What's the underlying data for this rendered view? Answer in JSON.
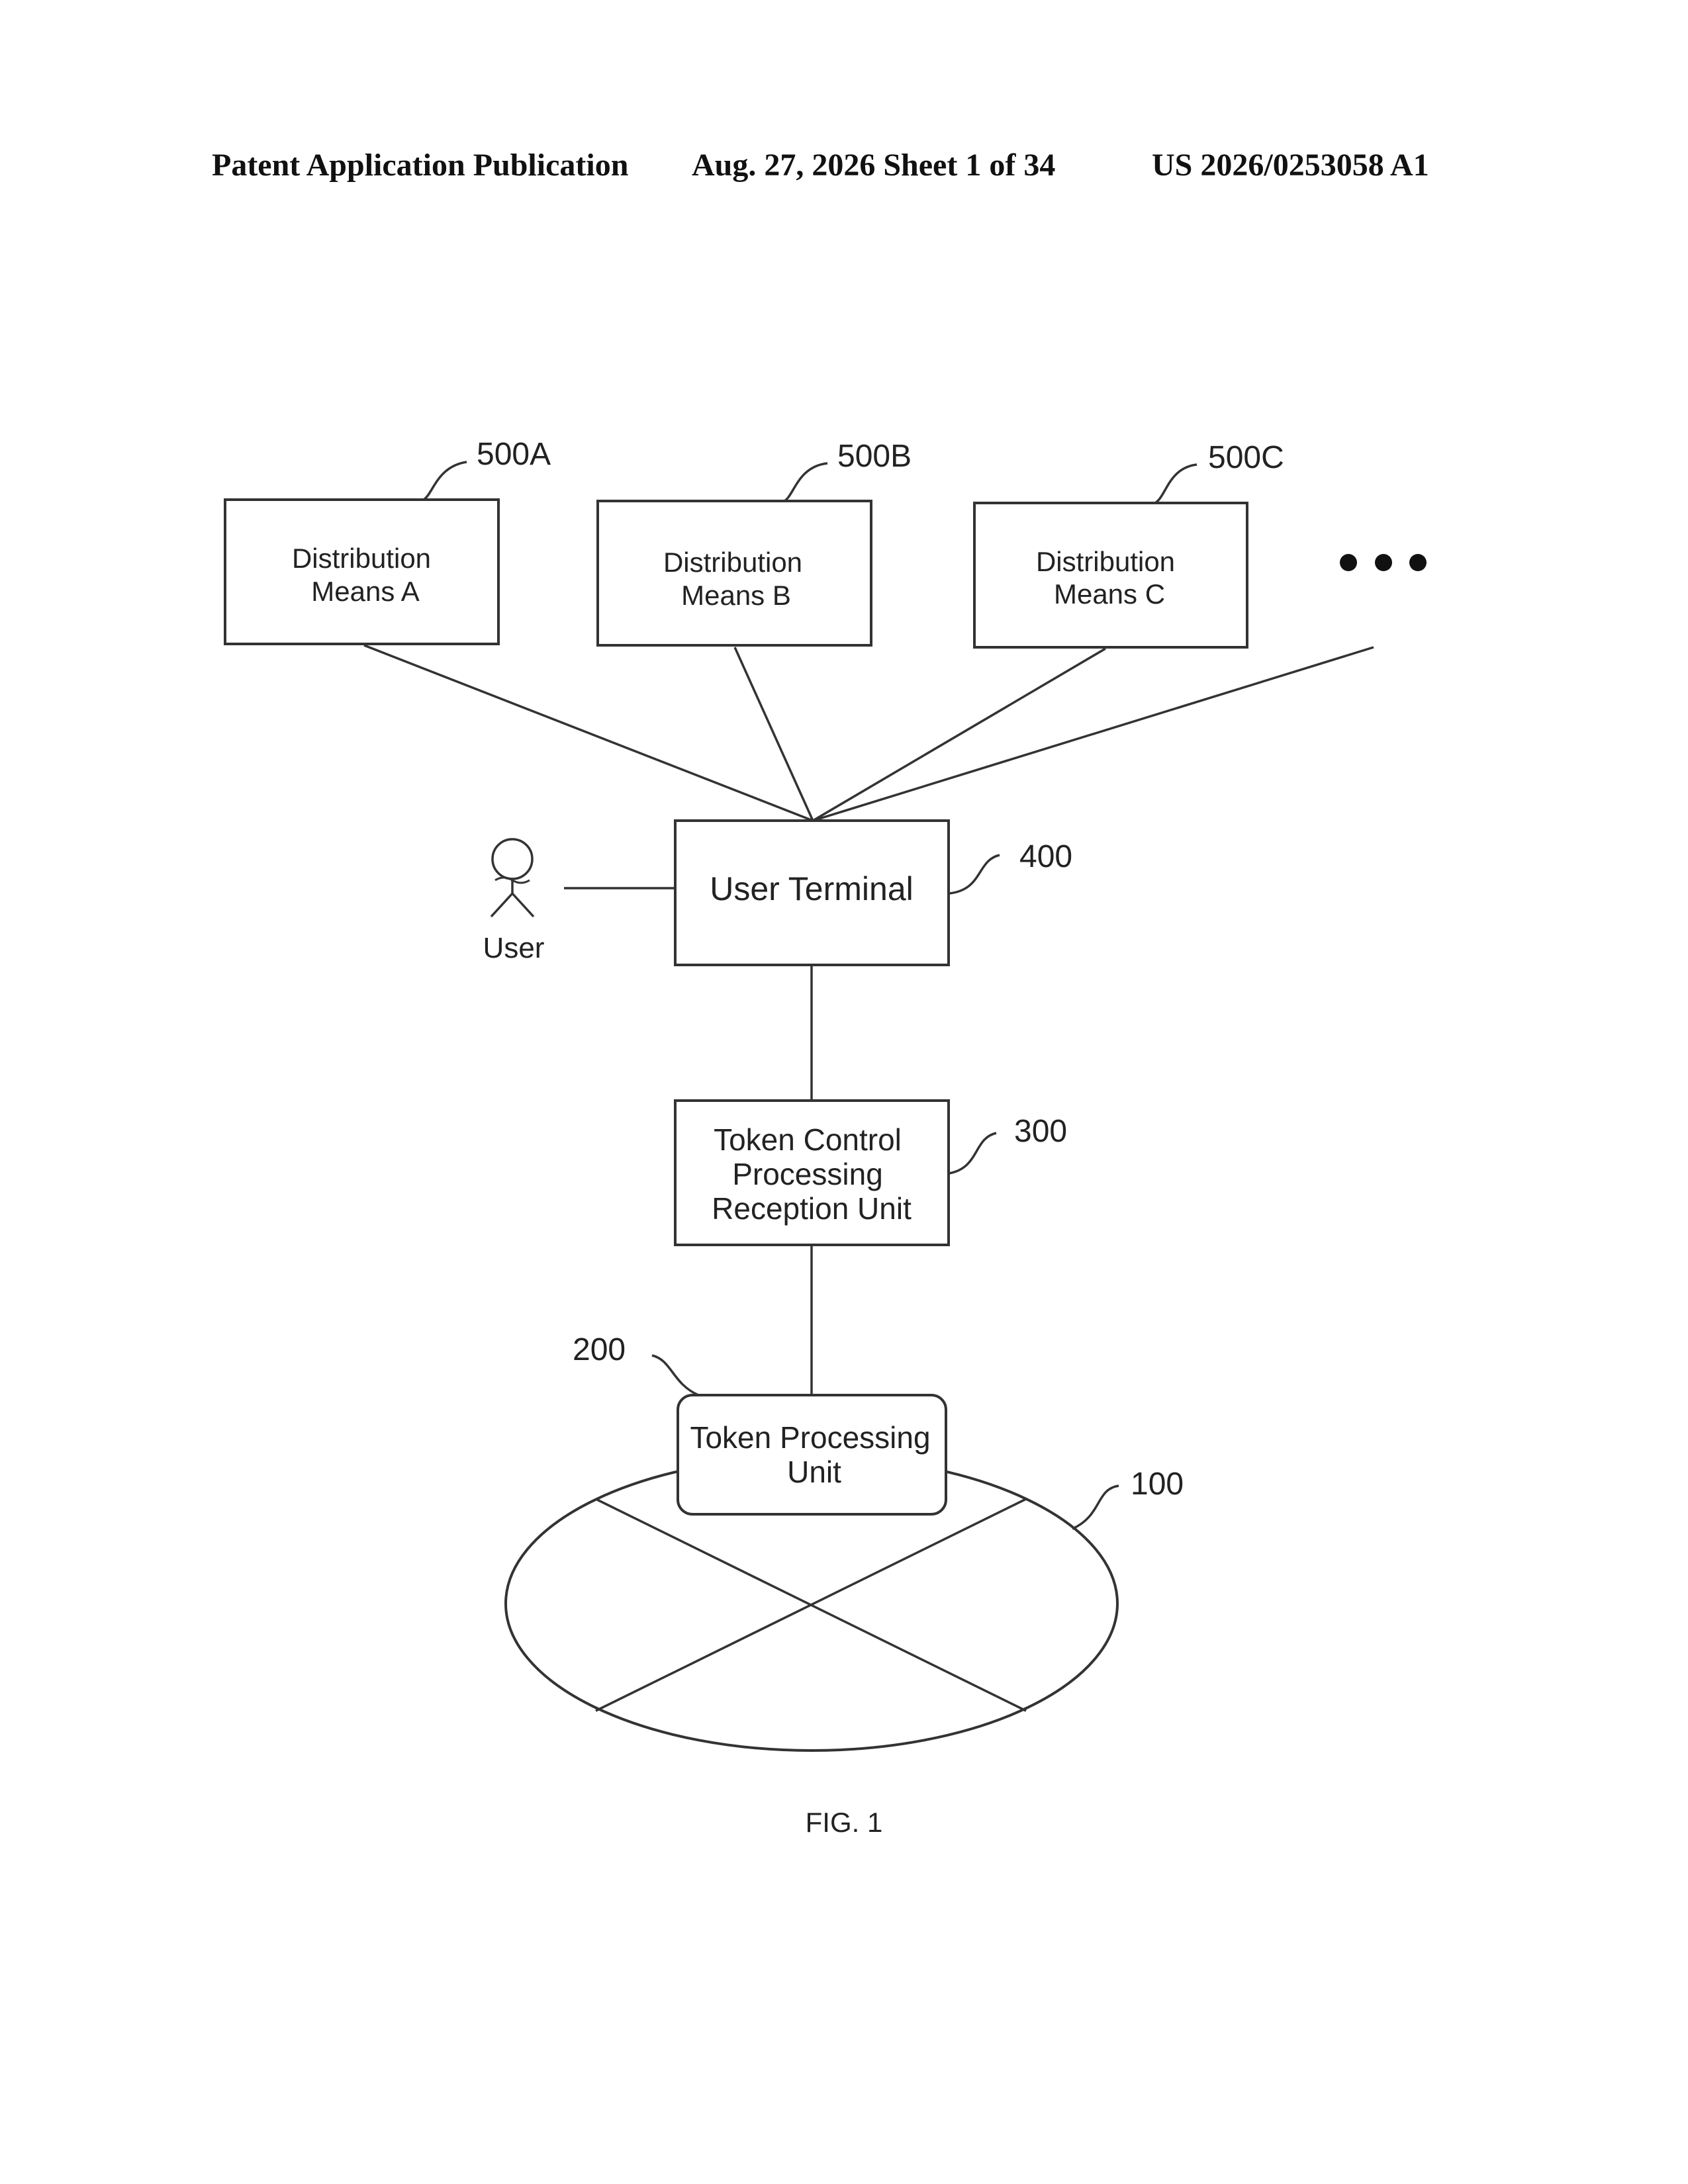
{
  "header": {
    "publication": "Patent Application Publication",
    "date_sheet": "Aug. 27, 2026  Sheet 1 of 34",
    "number": "US 2026/0253058 A1"
  },
  "diagram": {
    "distribution_a": {
      "line1": "Distribution",
      "line2": "Means A",
      "ref": "500A"
    },
    "distribution_b": {
      "line1": "Distribution",
      "line2": "Means B",
      "ref": "500B"
    },
    "distribution_c": {
      "line1": "Distribution",
      "line2": "Means C",
      "ref": "500C"
    },
    "user_terminal": {
      "label": "User Terminal",
      "ref": "400"
    },
    "user": {
      "label": "User"
    },
    "token_control": {
      "line1": "Token Control",
      "line2": "Processing",
      "line3": "Reception Unit",
      "ref": "300"
    },
    "token_processing": {
      "line1": "Token Processing",
      "line2": "Unit",
      "ref": "200"
    },
    "network": {
      "ref": "100"
    },
    "figure_label": "FIG. 1"
  }
}
